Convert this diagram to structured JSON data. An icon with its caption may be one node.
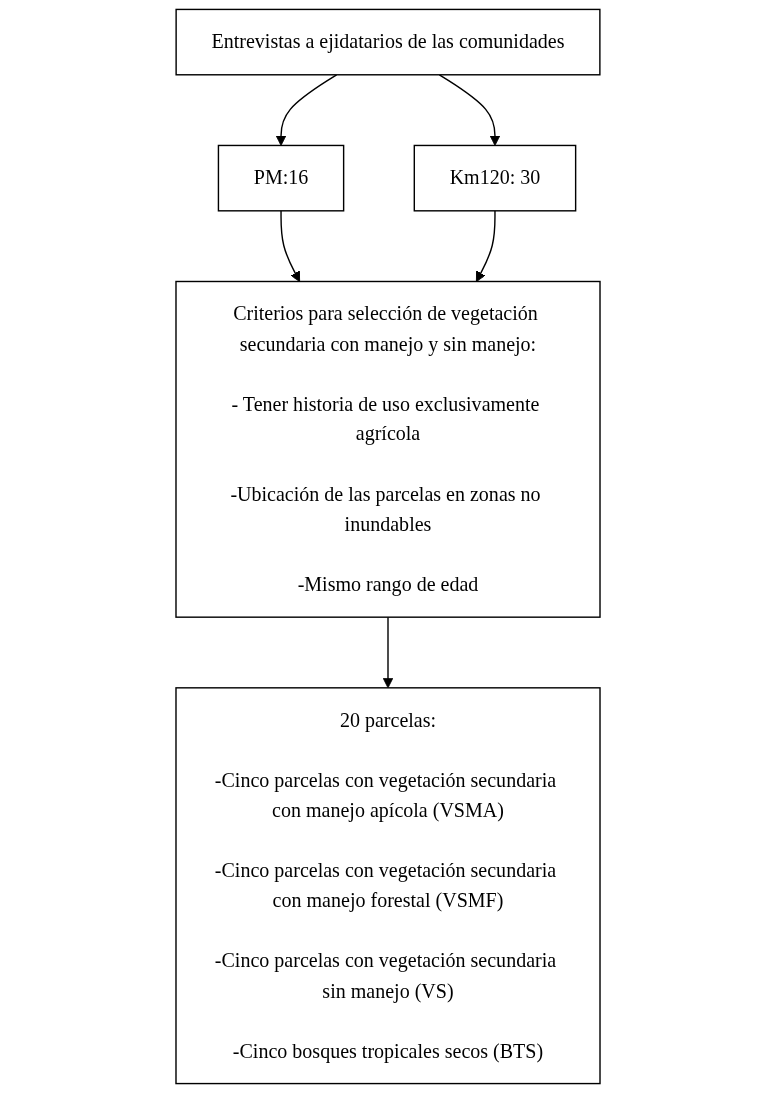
{
  "diagram": {
    "nodes": [
      {
        "text": [
          "Entrevistas a ejidatarios de las comunidades"
        ]
      },
      {
        "text": [
          "PM:16"
        ]
      },
      {
        "text": [
          "Km120: 30"
        ]
      },
      {
        "text": [
          "Criterios para selección de vegetación secundaria con manejo y sin manejo:",
          "- Tener historia de uso exclusivamente agrícola",
          "-Ubicación de las parcelas en zonas no inundables",
          "-Mismo rango de edad"
        ]
      },
      {
        "text": [
          "20 parcelas:",
          "-Cinco parcelas con vegetación secundaria con manejo apícola (VSMA)",
          "-Cinco parcelas con vegetación secundaria con manejo forestal (VSMF)",
          "-Cinco parcelas con vegetación secundaria sin manejo (VS)",
          "-Cinco bosques tropicales secos (BTS)"
        ]
      }
    ],
    "edges": [
      {
        "from": 0,
        "to": 1,
        "arrow": "to"
      },
      {
        "from": 0,
        "to": 2,
        "arrow": "to"
      },
      {
        "from": 1,
        "to": 3,
        "arrow": "to"
      },
      {
        "from": 2,
        "to": 3,
        "arrow": "to"
      },
      {
        "from": 3,
        "to": 4,
        "arrow": "to"
      }
    ]
  }
}
